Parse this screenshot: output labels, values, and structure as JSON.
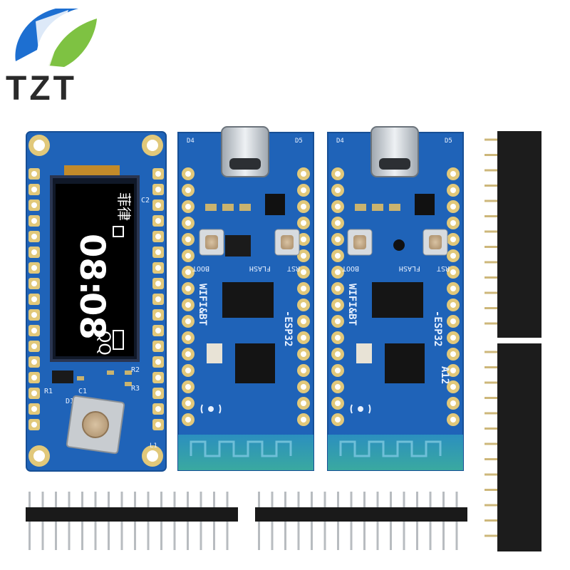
{
  "brand": {
    "logo_text": "TZT",
    "colors": {
      "blue": "#1d6fd1",
      "green": "#7ec242",
      "text": "#2a2a2a"
    }
  },
  "product": {
    "pcb_color": "#1f63b8",
    "pad_color": "#e1c87a"
  },
  "oled_board": {
    "labels": {
      "r1": "R1",
      "r2": "R2",
      "r3": "R3",
      "c1": "C1",
      "c2": "C2",
      "d1": "D1",
      "l1": "L1"
    },
    "display": {
      "line1": "08:",
      "line2": "08",
      "chinese": "菲律",
      "side": "QQ"
    }
  },
  "board_left": {
    "labels": {
      "boot": "BOOT",
      "flash": "FLASH",
      "rst": "RST",
      "wifi": "WIFI&BT",
      "chip": "-ESP32",
      "d4": "D4",
      "d5": "D5"
    }
  },
  "board_right": {
    "labels": {
      "boot": "BOOT",
      "flash": "FLASH",
      "rst": "RST",
      "wifi": "WIFI&BT",
      "chip": "-ESP32",
      "model": "A12",
      "d4": "D4",
      "d5": "D5"
    }
  },
  "accessories": {
    "male_headers": 2,
    "female_headers": 2
  }
}
